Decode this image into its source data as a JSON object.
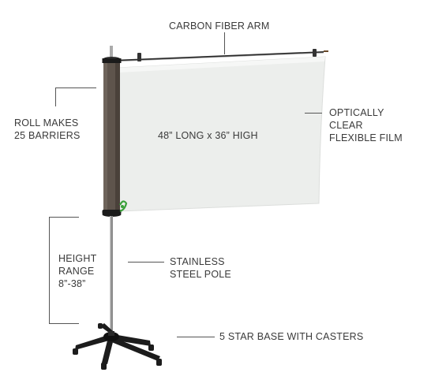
{
  "labels": {
    "arm": "CARBON FIBER ARM",
    "roll": [
      "ROLL MAKES",
      "25 BARRIERS"
    ],
    "size": "48” LONG x 36” HIGH",
    "film": [
      "OPTICALLY",
      "CLEAR",
      "FLEXIBLE FILM"
    ],
    "height": [
      "HEIGHT",
      "RANGE",
      "8”-38”"
    ],
    "pole": [
      "STAINLESS",
      "STEEL POLE"
    ],
    "base": "5 STAR BASE WITH CASTERS"
  },
  "colors": {
    "film": "#eceeec",
    "roll": "#5e544c",
    "pole": "#8e8e8e",
    "base": "#1c1c1c",
    "clip": "#3aa13a"
  },
  "icons": {
    "clip": "green-clip-icon"
  }
}
